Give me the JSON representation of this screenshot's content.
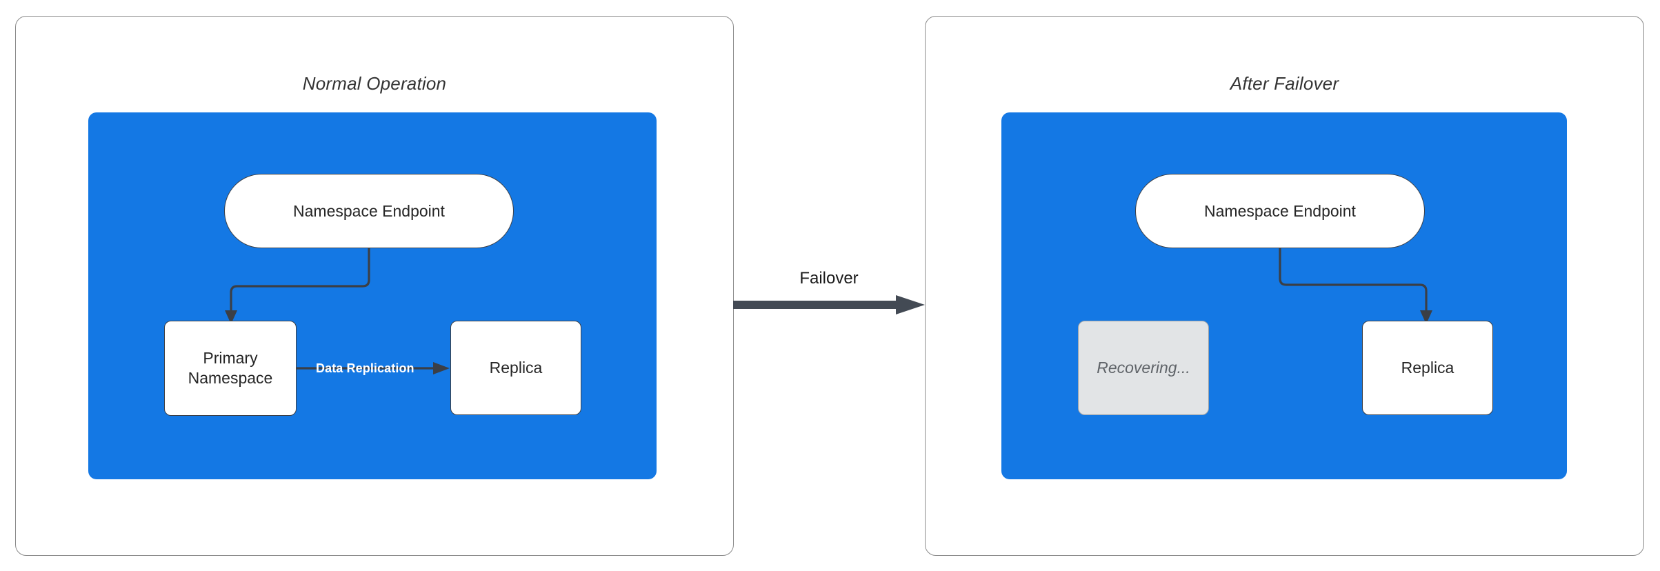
{
  "diagram": {
    "title_semantic": "Namespace failover before and after comparison",
    "colors": {
      "zone_blue": "#1478E4",
      "node_stroke": "#3B3F46",
      "node_fill": "#FFFFFF",
      "ghost_fill": "#E2E4E6",
      "ghost_text": "#5F6368",
      "panel_border": "#8A8A8A",
      "edge_label_text": "#FFFFFF",
      "failover_arrow": "#434A54"
    },
    "panels": [
      {
        "id": "normal-operation",
        "title": "Normal Operation",
        "nodes": [
          {
            "id": "endpoint",
            "label": "Namespace Endpoint",
            "shape": "pill",
            "state": "active"
          },
          {
            "id": "primary",
            "label": "Primary\nNamespace",
            "line1": "Primary",
            "line2": "Namespace",
            "shape": "rect",
            "state": "active"
          },
          {
            "id": "replica",
            "label": "Replica",
            "shape": "rect",
            "state": "active"
          }
        ],
        "edges": [
          {
            "from": "endpoint",
            "to": "primary",
            "label": "",
            "style": "elbow-arrow"
          },
          {
            "from": "primary",
            "to": "replica",
            "label": "Data Replication",
            "style": "straight-arrow"
          }
        ]
      },
      {
        "id": "after-failover",
        "title": "After Failover",
        "nodes": [
          {
            "id": "endpoint",
            "label": "Namespace Endpoint",
            "shape": "pill",
            "state": "active"
          },
          {
            "id": "recovering",
            "label": "Recovering...",
            "shape": "rect",
            "state": "recovering"
          },
          {
            "id": "replica",
            "label": "Replica",
            "shape": "rect",
            "state": "active"
          }
        ],
        "edges": [
          {
            "from": "endpoint",
            "to": "replica",
            "label": "",
            "style": "elbow-arrow"
          }
        ]
      }
    ],
    "transition": {
      "label": "Failover",
      "direction": "left-to-right"
    }
  }
}
